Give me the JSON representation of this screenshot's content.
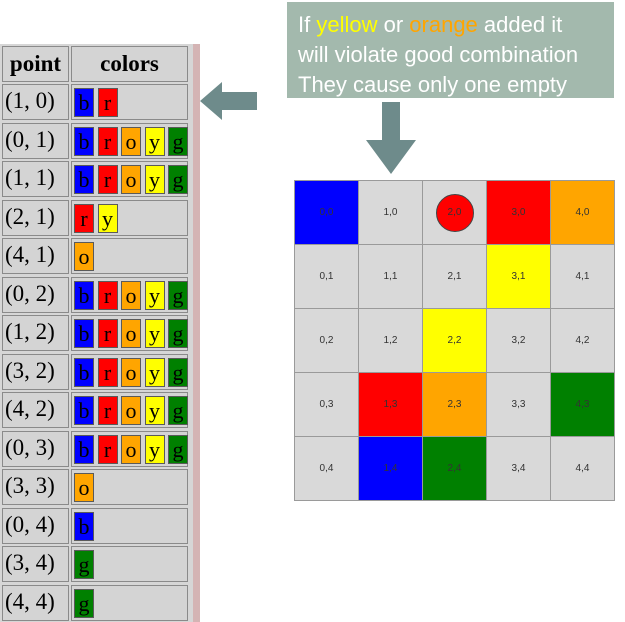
{
  "table": {
    "header_point": "point",
    "header_colors": "colors",
    "rows": [
      {
        "point": "(1, 0)",
        "colors": [
          "b",
          "r"
        ]
      },
      {
        "point": "(0, 1)",
        "colors": [
          "b",
          "r",
          "o",
          "y",
          "g"
        ]
      },
      {
        "point": "(1, 1)",
        "colors": [
          "b",
          "r",
          "o",
          "y",
          "g"
        ]
      },
      {
        "point": "(2, 1)",
        "colors": [
          "r",
          "y"
        ]
      },
      {
        "point": "(4, 1)",
        "colors": [
          "o"
        ]
      },
      {
        "point": "(0, 2)",
        "colors": [
          "b",
          "r",
          "o",
          "y",
          "g"
        ]
      },
      {
        "point": "(1, 2)",
        "colors": [
          "b",
          "r",
          "o",
          "y",
          "g"
        ]
      },
      {
        "point": "(3, 2)",
        "colors": [
          "b",
          "r",
          "o",
          "y",
          "g"
        ]
      },
      {
        "point": "(4, 2)",
        "colors": [
          "b",
          "r",
          "o",
          "y",
          "g"
        ]
      },
      {
        "point": "(0, 3)",
        "colors": [
          "b",
          "r",
          "o",
          "y",
          "g"
        ]
      },
      {
        "point": "(3, 3)",
        "colors": [
          "o"
        ]
      },
      {
        "point": "(0, 4)",
        "colors": [
          "b"
        ]
      },
      {
        "point": "(3, 4)",
        "colors": [
          "g"
        ]
      },
      {
        "point": "(4, 4)",
        "colors": [
          "g"
        ]
      }
    ]
  },
  "color_map": {
    "b": "#0000ff",
    "r": "#ff0000",
    "o": "#ffa500",
    "y": "#ffff00",
    "g": "#008000"
  },
  "callout": {
    "line1_prefix": "If ",
    "line1_yellow": "yellow",
    "line1_mid": " or ",
    "line1_orange": "orange",
    "line1_suffix": " added it",
    "line2": "will violate good combination",
    "line3": "They cause only one empty"
  },
  "grid": {
    "rows": [
      [
        {
          "label": "0,0",
          "fill": "#0000ff"
        },
        {
          "label": "1,0",
          "fill": "#d9d9d9"
        },
        {
          "label": "2,0",
          "fill": "#d9d9d9",
          "marker": "red-circle"
        },
        {
          "label": "3,0",
          "fill": "#ff0000"
        },
        {
          "label": "4,0",
          "fill": "#ffa500"
        }
      ],
      [
        {
          "label": "0,1",
          "fill": "#d9d9d9"
        },
        {
          "label": "1,1",
          "fill": "#d9d9d9"
        },
        {
          "label": "2,1",
          "fill": "#d9d9d9"
        },
        {
          "label": "3,1",
          "fill": "#ffff00"
        },
        {
          "label": "4,1",
          "fill": "#d9d9d9"
        }
      ],
      [
        {
          "label": "0,2",
          "fill": "#d9d9d9"
        },
        {
          "label": "1,2",
          "fill": "#d9d9d9"
        },
        {
          "label": "2,2",
          "fill": "#ffff00"
        },
        {
          "label": "3,2",
          "fill": "#d9d9d9"
        },
        {
          "label": "4,2",
          "fill": "#d9d9d9"
        }
      ],
      [
        {
          "label": "0,3",
          "fill": "#d9d9d9"
        },
        {
          "label": "1,3",
          "fill": "#ff0000"
        },
        {
          "label": "2,3",
          "fill": "#ffa500"
        },
        {
          "label": "3,3",
          "fill": "#d9d9d9"
        },
        {
          "label": "4,3",
          "fill": "#008000"
        }
      ],
      [
        {
          "label": "0,4",
          "fill": "#d9d9d9"
        },
        {
          "label": "1,4",
          "fill": "#0000ff"
        },
        {
          "label": "2,4",
          "fill": "#008000"
        },
        {
          "label": "3,4",
          "fill": "#d9d9d9"
        },
        {
          "label": "4,4",
          "fill": "#d9d9d9"
        }
      ]
    ]
  },
  "arrows": {
    "left_arrow": "arrow-left-icon",
    "down_arrow": "arrow-down-icon",
    "fill": "#6e8b8b"
  }
}
